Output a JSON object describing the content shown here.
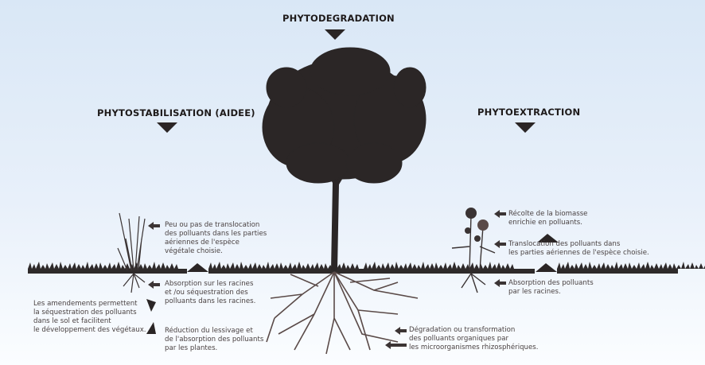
{
  "titles": {
    "phytodegradation": "PHYTODEGRADATION",
    "phytostabilisation": "PHYTOSTABILISATION (AIDEE)",
    "phytoextraction": "PHYTOEXTRACTION"
  },
  "stabilisation": {
    "translocation": "Peu ou pas de translocation\ndes polluants dans les parties\naériennes de l'espèce\nvégétale choisie.",
    "absorption": "Absorption sur les racines\net /ou séquestration des\npolluants dans les racines.",
    "amendements": "Les amendements permettent\nla séquestration des polluants\ndans le sol et facilitent\nle développement des végétaux.",
    "reduction": "Réduction du lessivage et\nde l'absorption des polluants\npar les plantes."
  },
  "extraction": {
    "recolte": "Récolte de la biomasse\nenrichie en polluants.",
    "translocation": "Translocation des polluants dans\nles parties aériennes de l'espèce choisie.",
    "absorption": "Absorption des polluants\npar les racines."
  },
  "degradation": {
    "text": "Dégradation ou transformation\ndes polluants organiques par\nles microorganismes rhizosphériques."
  },
  "colors": {
    "ink": "#3b3434",
    "dark": "#1e1a1a",
    "sky": "#d9e7f6"
  }
}
